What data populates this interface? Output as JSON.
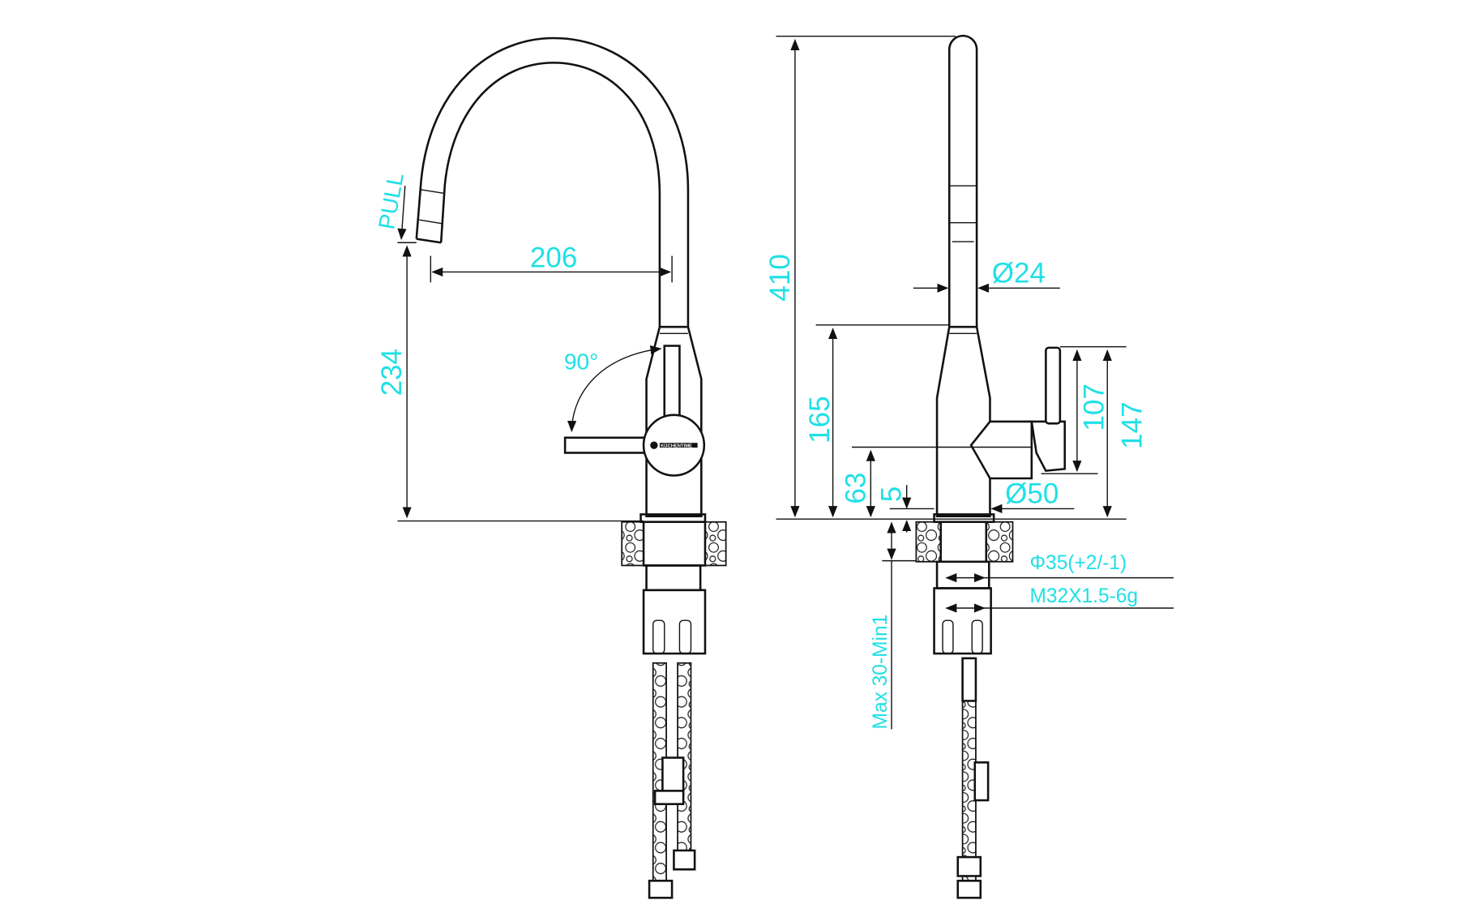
{
  "drawing": {
    "title": "Kitchen faucet dimension drawing",
    "accent_color": "#1fe0e6",
    "logo_text": "KÜCHENTIME",
    "front_view": {
      "pull": "PULL",
      "reach": "206",
      "spout_height": "234",
      "lever_angle": "90°"
    },
    "side_view": {
      "total_height": "410",
      "spout_diameter": "Ø24",
      "body_height": "165",
      "lever_axis_height": "63",
      "base_height": "5",
      "base_diameter": "Ø50",
      "lever_height": "107",
      "lever_top_height": "147",
      "mounting_hole": "Φ35(+2/-1)",
      "thread": "M32X1.5-6g",
      "counter_thickness": "Max 30-Min1"
    }
  }
}
